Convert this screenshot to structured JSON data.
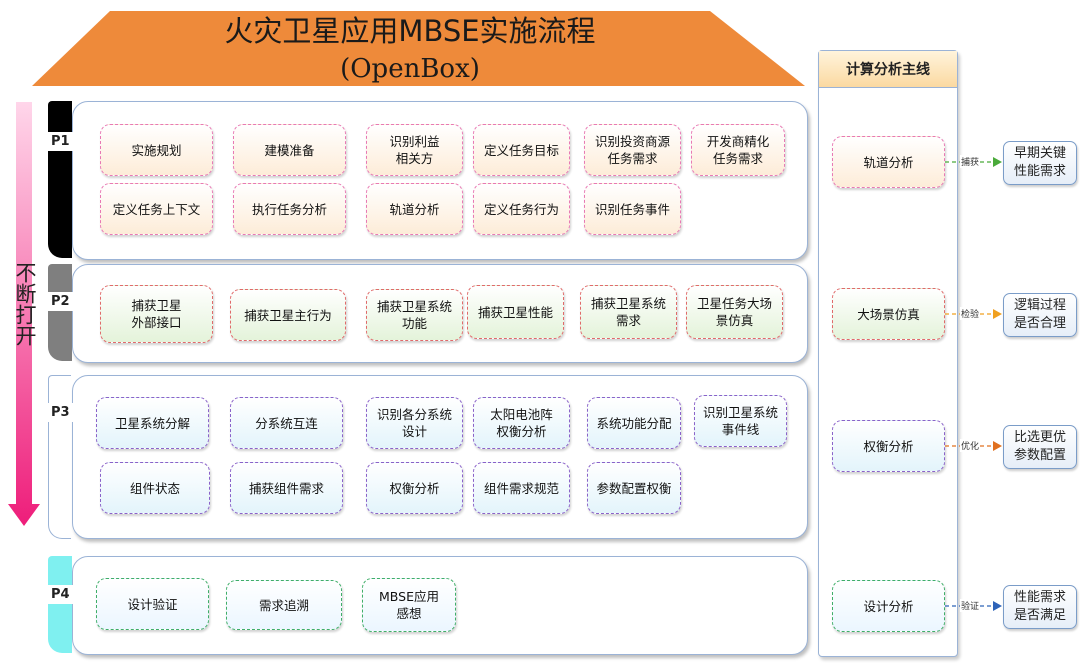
{
  "title": "火灾卫星应用MBSE实施流程",
  "subtitle": "(OpenBox)",
  "iteration_label": "不断打开",
  "colors": {
    "banner": "#ee8a3a",
    "arrow_top": "#ffd6ea",
    "arrow_bottom": "#ee1d7a",
    "p1_tab": "#000000",
    "p2_tab": "#7f7f7f",
    "p3_tab": "#ffffff",
    "p4_tab": "#7ff0f0"
  },
  "phases": [
    {
      "label": "P1",
      "items": [
        "实施规划",
        "建模准备",
        "识别利益\n相关方",
        "定义任务目标",
        "识别投资商源\n任务需求",
        "开发商精化\n任务需求",
        "定义任务上下文",
        "执行任务分析",
        "轨道分析",
        "定义任务行为",
        "识别任务事件"
      ]
    },
    {
      "label": "P2",
      "items": [
        "捕获卫星\n外部接口",
        "捕获卫星主行为",
        "捕获卫星系统\n功能",
        "捕获卫星性能",
        "捕获卫星系统\n需求",
        "卫星任务大场\n景仿真"
      ]
    },
    {
      "label": "P3",
      "items": [
        "卫星系统分解",
        "分系统互连",
        "识别各分系统\n设计",
        "太阳电池阵\n权衡分析",
        "系统功能分配",
        "识别卫星系统\n事件线",
        "组件状态",
        "捕获组件需求",
        "权衡分析",
        "组件需求规范",
        "参数配置权衡"
      ]
    },
    {
      "label": "P4",
      "items": [
        "设计验证",
        "需求追溯",
        "MBSE应用\n感想"
      ]
    }
  ],
  "analysis": {
    "header": "计算分析主线",
    "items": [
      {
        "label": "轨道分析",
        "connector": "捕获",
        "result": "早期关键\n性能需求",
        "color": "#4aaa3a"
      },
      {
        "label": "大场景仿真",
        "connector": "检验",
        "result": "逻辑过程\n是否合理",
        "color": "#f0a020"
      },
      {
        "label": "权衡分析",
        "connector": "优化",
        "result": "比选更优\n参数配置",
        "color": "#e07020"
      },
      {
        "label": "设计分析",
        "connector": "验证",
        "result": "性能需求\n是否满足",
        "color": "#2e63b8"
      }
    ]
  }
}
